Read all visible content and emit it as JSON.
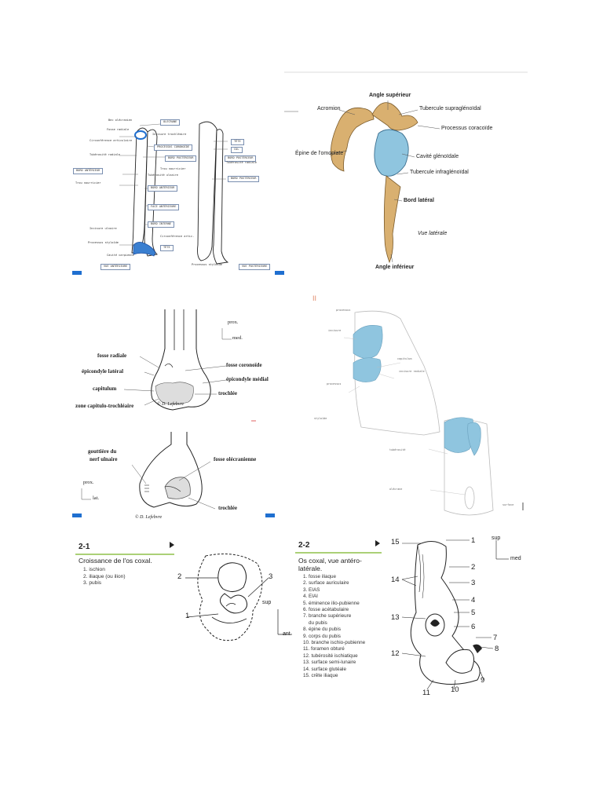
{
  "panel1": {
    "labels": [
      "OLECRANE",
      "PROCESSUS CORONOÏDE",
      "BORD POSTÉRIEUR",
      "BORD ANTÉRIEUR",
      "FACE ANTÉRIEURE",
      "BORD INTERNE",
      "TÊTE",
      "BORD ANTÉRIEUR",
      "VUE ANTÉRIEURE",
      "VUE POSTÉRIEURE",
      "TÊTE",
      "COL",
      "BORD POSTÉRIEUR",
      "BORD POSTÉRIEUR",
      "Bec olécranien",
      "Fosse radiale",
      "Circonférence articulaire",
      "Tubérosité radiale",
      "Trou nourricier",
      "Trou nourricier",
      "Incisure ulnaire",
      "Processus styloïde",
      "Cavité carpienne",
      "Incisure trochléaire",
      "Tubérosité ulnaire",
      "Tubérosité radiale",
      "Circonférence artic.",
      "Processus styloïde"
    ]
  },
  "panel2": {
    "angle_sup": "Angle supérieur",
    "acromion": "Acromion",
    "tub_supra": "Tubercule supraglénoïdal",
    "coracoide": "Processus coracoïde",
    "epine": "Épine de l'omoplate",
    "cavite": "Cavité glénoïdale",
    "tub_infra": "Tubercule infraglénoïdal",
    "bord_lat": "Bord latéral",
    "vue": "Vue latérale",
    "angle_inf": "Angle inférieur"
  },
  "panel3": {
    "prox": "prox.",
    "med": "med.",
    "fosse_radiale": "fosse radiale",
    "epicondyle_lat": "épicondyle latéral",
    "capitulum": "capitulum",
    "zone": "zone capitulo-trochléaire",
    "fosse_coronoide": "fosse coronoïde",
    "epicondyle_med": "épicondyle médial",
    "trochlee": "trochlée",
    "copyright": "© D. Lefebvre"
  },
  "panel4": {
    "gouttiere_1": "gouttière du",
    "gouttiere_2": "nerf ulnaire",
    "fosse_olecr": "fosse olécranienne",
    "prox": "prox.",
    "lat": "lat.",
    "trochlee": "trochlée",
    "copyright": "© D. Lefebvre"
  },
  "panel5": {
    "marker": "II",
    "labels": [
      "processus",
      "incisure",
      "capitulum",
      "incisure radiale",
      "processus",
      "styloïde",
      "tubérosité",
      "olécrane",
      "surface"
    ]
  },
  "panel6": {
    "number": "2-1",
    "title": "Croissance de l'os coxal.",
    "items": [
      "1. ischion",
      "2. iliaque (ou ilion)",
      "3. pubis"
    ],
    "callouts": [
      "2",
      "3",
      "1"
    ],
    "sup": "sup",
    "ant": "ant"
  },
  "panel7": {
    "number": "2-2",
    "title_1": "Os coxal, vue antéro-",
    "title_2": "latérale.",
    "items": [
      "1. fosse iliaque",
      "2. surface auriculaire",
      "3. EIAS",
      "4. EIAI",
      "5. éminence ilio-pubienne",
      "6. fosse acétabulaire",
      "7. branche supérieure",
      "    du pubis",
      "8. épine du pubis",
      "9. corps du pubis",
      "10. branche ischio-pubienne",
      "11. foramen obturé",
      "12. tubérosité ischiatique",
      "13. surface semi-lunaire",
      "14. surface glutéale",
      "15. crête iliaque"
    ],
    "callouts": [
      "15",
      "1",
      "14",
      "2",
      "3",
      "4",
      "13",
      "5",
      "6",
      "7",
      "8",
      "12",
      "9",
      "11",
      "10"
    ],
    "sup": "sup",
    "med": "med"
  },
  "colors": {
    "bone": "#d9b070",
    "cartilage": "#8fc5df",
    "accent_blue": "#1f6fd0",
    "divider_green": "#8fc14a"
  }
}
